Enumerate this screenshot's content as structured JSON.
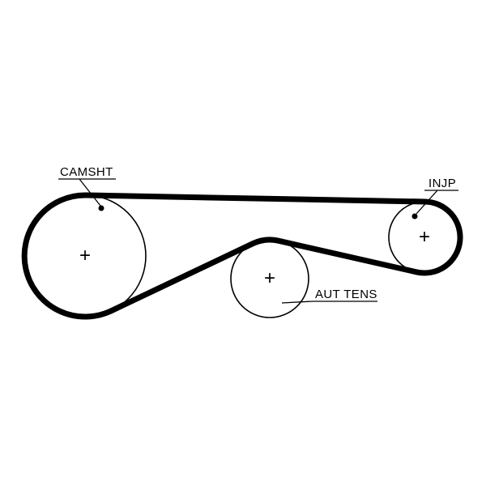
{
  "diagram": {
    "labels": {
      "camshaft": "CAMSHT",
      "injection_pump": "INJP",
      "auto_tensioner": "AUT TENS"
    },
    "center_mark": "+",
    "colors": {
      "line": "#000000",
      "background": "#ffffff"
    }
  }
}
